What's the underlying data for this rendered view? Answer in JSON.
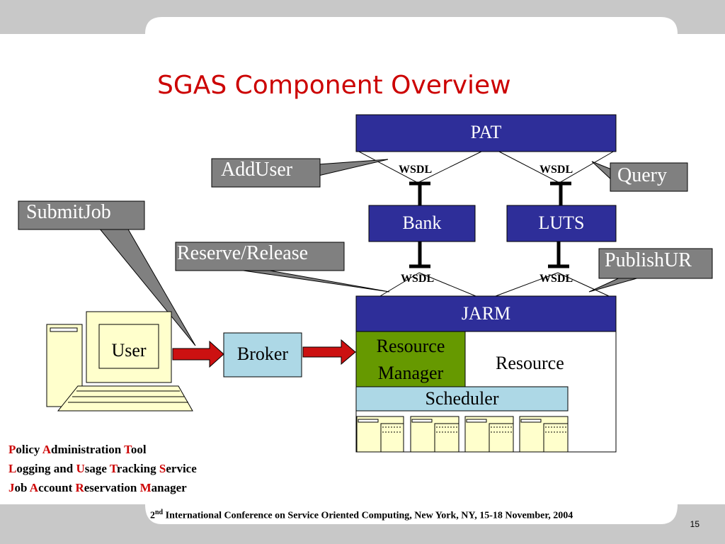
{
  "slide": {
    "title": "SGAS Component Overview",
    "page_number": "15"
  },
  "callouts": {
    "add_user": "AddUser",
    "query": "Query",
    "submit_job": "SubmitJob",
    "reserve_release": "Reserve/Release",
    "publish_ur": "PublishUR"
  },
  "components": {
    "pat": "PAT",
    "bank": "Bank",
    "luts": "LUTS",
    "jarm": "JARM",
    "resource_manager_line1": "Resource",
    "resource_manager_line2": "Manager",
    "resource": "Resource",
    "scheduler": "Scheduler",
    "user": "User",
    "broker": "Broker"
  },
  "interfaces": {
    "wsdl_pat_bank": "WSDL",
    "wsdl_pat_luts": "WSDL",
    "wsdl_bank_jarm": "WSDL",
    "wsdl_luts_jarm": "WSDL"
  },
  "legend": [
    {
      "initial": "P",
      "rest": "olicy ",
      "initial2": "A",
      "rest2": "dministration ",
      "initial3": "T",
      "rest3": "ool"
    },
    {
      "initial": "L",
      "rest": "ogging and ",
      "initial2": "U",
      "rest2": "sage ",
      "initial3": "T",
      "rest3": "racking ",
      "initial4": "S",
      "rest4": "ervice"
    },
    {
      "initial": "J",
      "rest": "ob ",
      "initial2": "A",
      "rest2": "ccount ",
      "initial3": "R",
      "rest3": "eservation ",
      "initial4": "M",
      "rest4": "anager"
    }
  ],
  "footer": {
    "prefix": "2",
    "superscript": "nd",
    "text": " International Conference on Service Oriented Computing, New York, NY, 15-18 November, 2004"
  },
  "colors": {
    "title": "#cc0000",
    "component_fill": "#2e2e99",
    "callout_fill": "#808080",
    "resource_manager_fill": "#669900",
    "scheduler_fill": "#add8e6",
    "broker_fill": "#add8e6",
    "arrow": "#cc1111",
    "legend_initials": "#cc0000"
  }
}
